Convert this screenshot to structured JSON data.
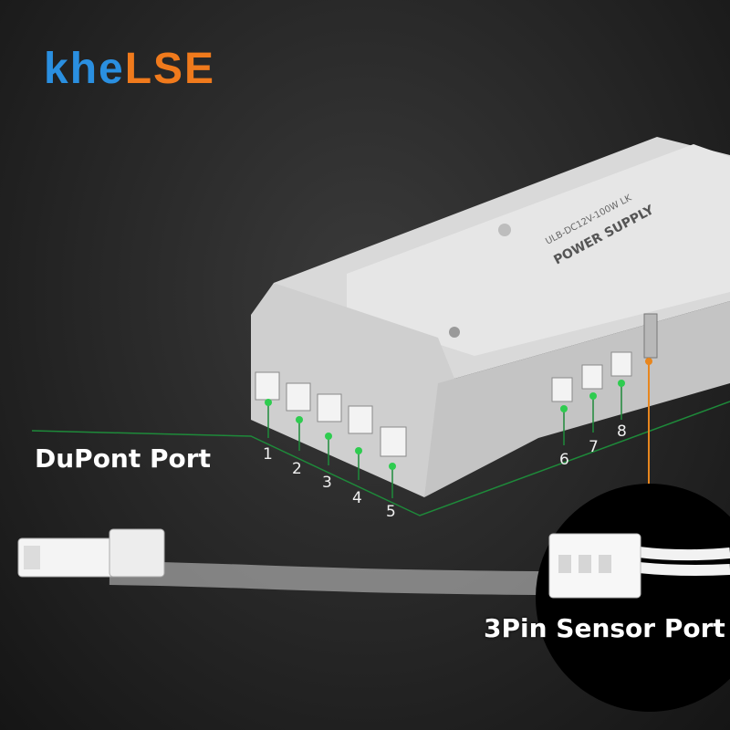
{
  "brand": {
    "part1": "khe",
    "part2": "LSE"
  },
  "labels": {
    "dupont": "DuPont Port",
    "sensor": "3Pin Sensor Port"
  },
  "ports": [
    "1",
    "2",
    "3",
    "4",
    "5",
    "6",
    "7",
    "8"
  ],
  "device_text": {
    "title": "POWER SUPPLY",
    "model": "ULB-DC12V-100W LK",
    "colors": {
      "accent_line": "#1e8a3a",
      "port_dot": "#2ecc4f",
      "sensor_line": "#e8861e"
    }
  }
}
